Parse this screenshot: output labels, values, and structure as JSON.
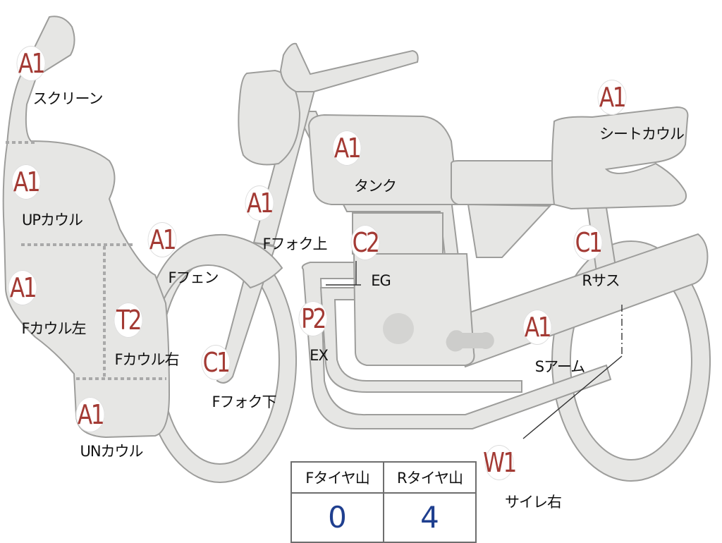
{
  "parts": [
    {
      "id": "screen",
      "code": "A1",
      "label": "スクリーン"
    },
    {
      "id": "up-cowl",
      "code": "A1",
      "label": "UPカウル"
    },
    {
      "id": "cowl-left",
      "code": "A1",
      "label": "Fカウル左"
    },
    {
      "id": "cowl-right",
      "code": "T2",
      "label": "Fカウル右"
    },
    {
      "id": "under-cowl",
      "code": "A1",
      "label": "UNカウル"
    },
    {
      "id": "f-fender",
      "code": "A1",
      "label": "Fフェン"
    },
    {
      "id": "fork-upper",
      "code": "A1",
      "label": "Fフォク上"
    },
    {
      "id": "fork-lower",
      "code": "C1",
      "label": "Fフォク下"
    },
    {
      "id": "tank",
      "code": "A1",
      "label": "タンク"
    },
    {
      "id": "engine",
      "code": "C2",
      "label": "EG"
    },
    {
      "id": "exhaust",
      "code": "P2",
      "label": "EX"
    },
    {
      "id": "seat-cowl",
      "code": "A1",
      "label": "シートカウル"
    },
    {
      "id": "r-sus",
      "code": "C1",
      "label": "Rサス"
    },
    {
      "id": "swingarm",
      "code": "A1",
      "label": "Sアーム"
    },
    {
      "id": "silencer-r",
      "code": "W1",
      "label": "サイレ右"
    }
  ],
  "tread": {
    "front_label": "Fタイヤ山",
    "rear_label": "Rタイヤ山",
    "front_value": "0",
    "rear_value": "4"
  },
  "colors": {
    "part_fill": "#e6e6e4",
    "part_stroke": "#9d9d9b",
    "code_text": "#a33a34",
    "tread_value": "#1f3f8f"
  }
}
